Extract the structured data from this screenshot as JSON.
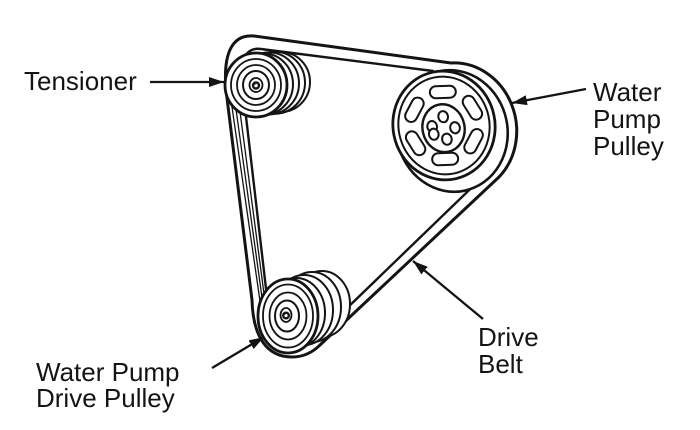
{
  "figure": {
    "type": "technical-line-diagram",
    "subject": "drive belt routing around three pulleys",
    "colors": {
      "ink": "#141414",
      "background": "#ffffff"
    }
  },
  "labels": {
    "tensioner": [
      "Tensioner"
    ],
    "water_pump_pulley": [
      "Water",
      "Pump",
      "Pulley"
    ],
    "water_pump_drive_pulley": [
      "Water Pump",
      "Drive Pulley"
    ],
    "drive_belt": [
      "Drive",
      "Belt"
    ]
  }
}
